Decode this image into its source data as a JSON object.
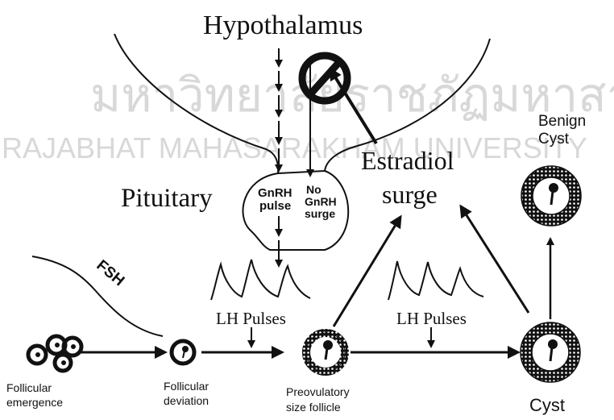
{
  "watermark": {
    "thai": "มหาวิทยาลัยราชภัฏมหาสารคาม",
    "english": "RAJABHAT MAHASARAKHAM UNIVERSITY"
  },
  "labels": {
    "hypothalamus": "Hypothalamus",
    "pituitary": "Pituitary",
    "gnrh_pulse_1": "GnRH",
    "gnrh_pulse_2": "pulse",
    "no_gnrh_1": "No",
    "no_gnrh_2": "GnRH",
    "no_gnrh_3": "surge",
    "estradiol": "Estradiol",
    "surge": "surge",
    "fsh": "FSH",
    "lh_pulses_left": "LH Pulses",
    "lh_pulses_right": "LH Pulses",
    "benign_cyst_1": "Benign",
    "benign_cyst_2": "Cyst",
    "follicular_emergence_1": "Follicular",
    "follicular_emergence_2": "emergence",
    "follicular_deviation_1": "Follicular",
    "follicular_deviation_2": "deviation",
    "preovulatory_1": "Preovulatory",
    "preovulatory_2": "size follicle",
    "cyst": "Cyst"
  },
  "icons": {
    "prohibition": "prohibition-icon"
  }
}
